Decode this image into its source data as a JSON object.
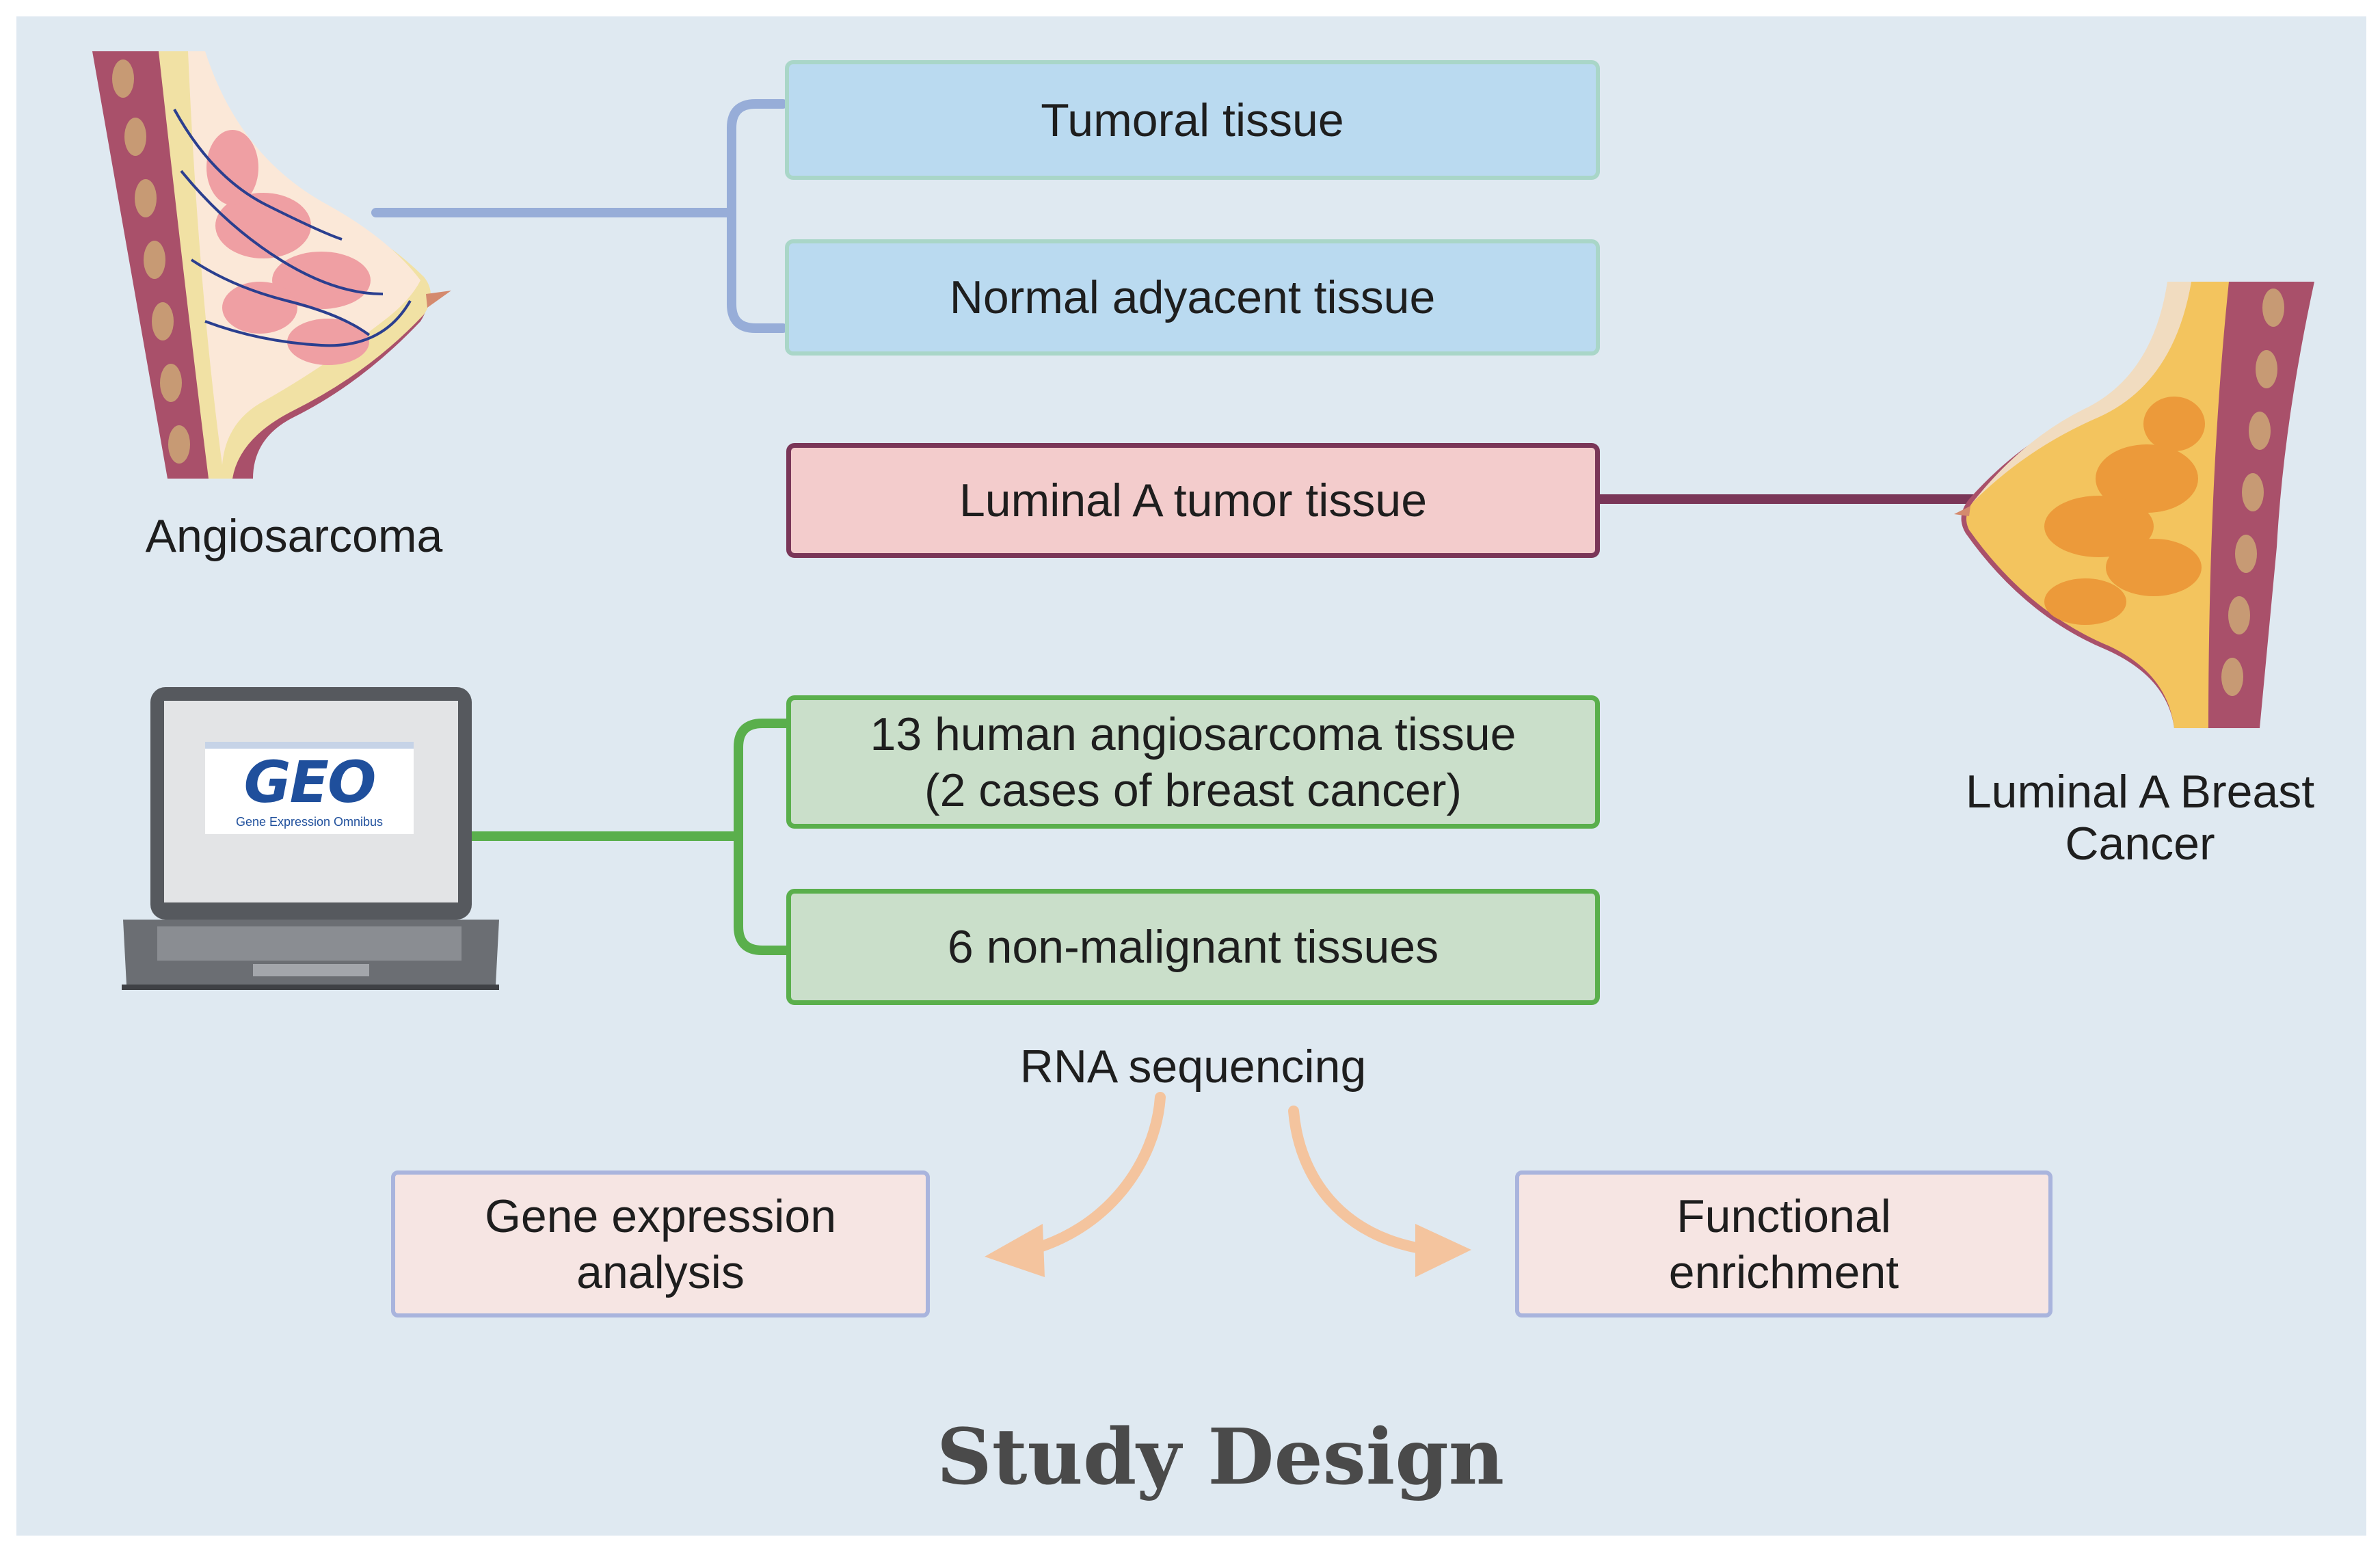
{
  "colors": {
    "panel_background": "#dfe9f1",
    "blue_box": "#badaf0",
    "pink_box": "#f3cccc",
    "pink_border": "#7a3658",
    "green_box": "#cadfca",
    "green_border": "#5aaf4c",
    "result_box": "#f6e5e3",
    "result_border": "#a9b4dd",
    "blue_connector": "#97add8",
    "arrow": "#f4c49e"
  },
  "left_specimen": {
    "label": "Angiosarcoma",
    "icon": "breast-anatomy-angiosarcoma-icon"
  },
  "right_specimen": {
    "label": "Luminal A Breast\nCancer",
    "icon": "breast-anatomy-luminal-icon"
  },
  "database": {
    "icon": "laptop-geo-icon",
    "logo_text": "GEO",
    "logo_caption": "Gene Expression Omnibus"
  },
  "tissue_boxes": {
    "tumoral": "Tumoral tissue",
    "normal": "Normal adyacent tissue",
    "luminal": "Luminal A tumor tissue",
    "angiosarcoma_geo": "13 human angiosarcoma tissue\n(2 cases of breast cancer)",
    "non_malignant": "6 non-malignant tissues"
  },
  "method": "RNA sequencing",
  "outputs": {
    "gene_expression": "Gene expression\nanalysis",
    "functional": "Functional\nenrichment"
  },
  "title": "Study Design"
}
